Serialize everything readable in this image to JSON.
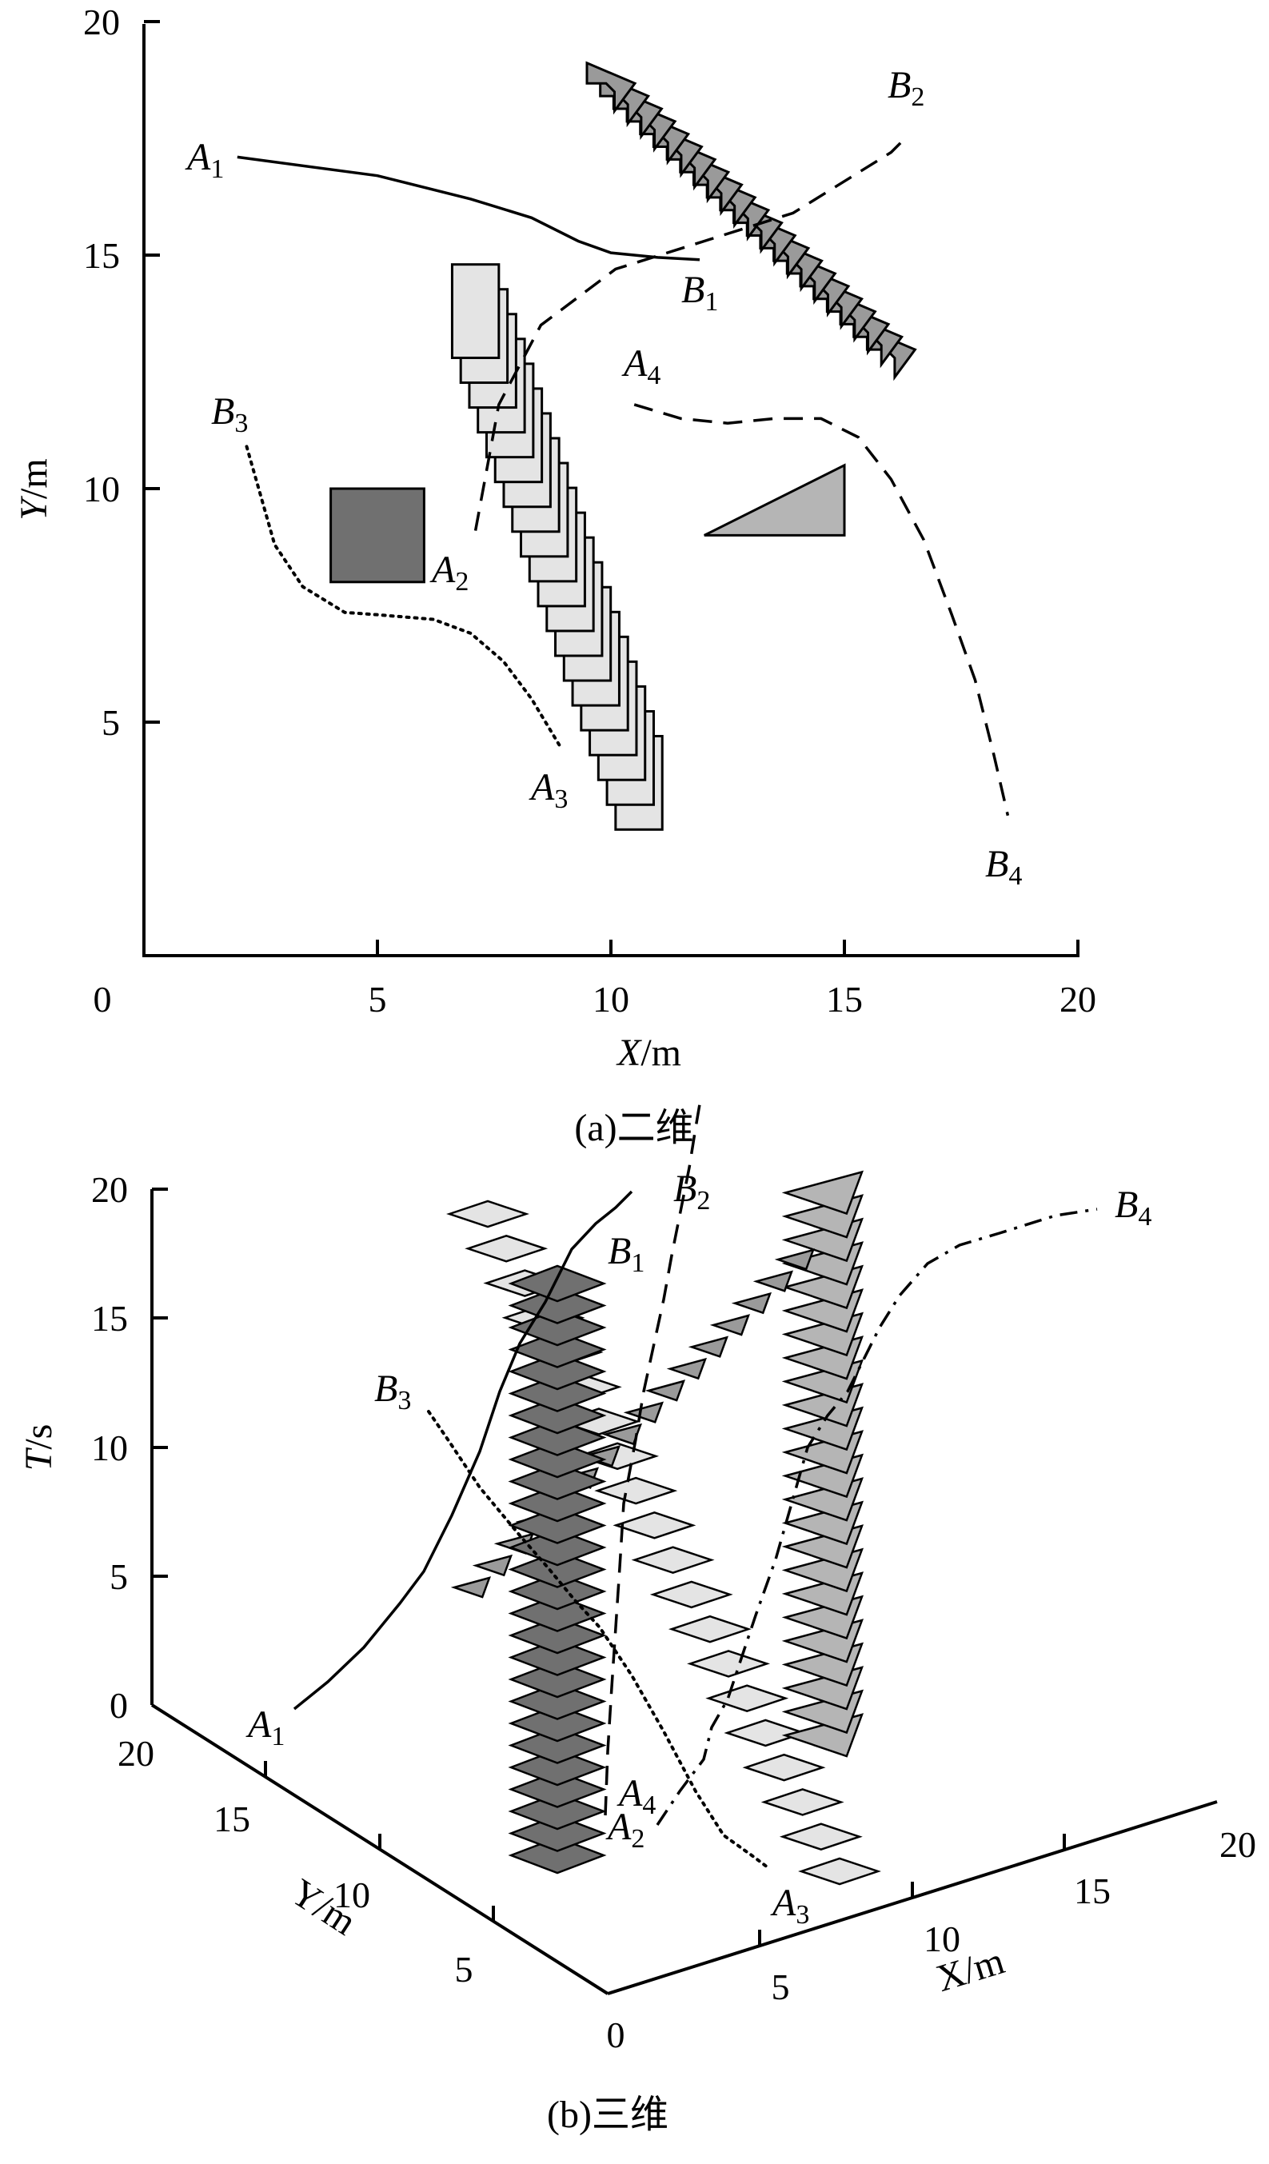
{
  "panel_a": {
    "caption": "(a)二维",
    "x_axis": {
      "label_var": "X",
      "label_unit": "/m",
      "ticks": [
        "0",
        "5",
        "10",
        "15",
        "20"
      ],
      "range": [
        0,
        20
      ]
    },
    "y_axis": {
      "label_var": "Y",
      "label_unit": "/m",
      "ticks": [
        "5",
        "10",
        "15",
        "20"
      ],
      "range": [
        0,
        20
      ]
    },
    "endpoints": [
      {
        "id": "A1",
        "main": "A",
        "sub": "1"
      },
      {
        "id": "B1",
        "main": "B",
        "sub": "1"
      },
      {
        "id": "A2",
        "main": "A",
        "sub": "2"
      },
      {
        "id": "B2",
        "main": "B",
        "sub": "2"
      },
      {
        "id": "A3",
        "main": "A",
        "sub": "3"
      },
      {
        "id": "B3",
        "main": "B",
        "sub": "3"
      },
      {
        "id": "A4",
        "main": "A",
        "sub": "4"
      },
      {
        "id": "B4",
        "main": "B",
        "sub": "4"
      }
    ],
    "paths": [
      {
        "id": "1",
        "style": "solid",
        "points": [
          [
            2,
            17.1
          ],
          [
            5,
            16.7
          ],
          [
            7,
            16.2
          ],
          [
            8.3,
            15.8
          ],
          [
            9.3,
            15.3
          ],
          [
            10,
            15.05
          ],
          [
            11,
            14.95
          ],
          [
            11.9,
            14.9
          ]
        ]
      },
      {
        "id": "2",
        "style": "dashed",
        "points": [
          [
            7.1,
            9.1
          ],
          [
            7.6,
            11.8
          ],
          [
            8.5,
            13.5
          ],
          [
            10.1,
            14.7
          ],
          [
            12,
            15.3
          ],
          [
            13.9,
            15.9
          ],
          [
            16,
            17.2
          ],
          [
            16.2,
            17.4
          ]
        ]
      },
      {
        "id": "3",
        "style": "dotted",
        "points": [
          [
            2.2,
            10.9
          ],
          [
            2.8,
            8.8
          ],
          [
            3.4,
            7.9
          ],
          [
            4.3,
            7.35
          ],
          [
            5,
            7.3
          ],
          [
            6.2,
            7.2
          ],
          [
            7,
            6.9
          ],
          [
            7.7,
            6.3
          ],
          [
            8.3,
            5.5
          ],
          [
            8.9,
            4.5
          ]
        ]
      },
      {
        "id": "4",
        "style": "dashed",
        "points": [
          [
            10.5,
            11.8
          ],
          [
            11.5,
            11.5
          ],
          [
            12.5,
            11.4
          ],
          [
            13.5,
            11.5
          ],
          [
            14.5,
            11.5
          ],
          [
            15.3,
            11.1
          ],
          [
            16,
            10.2
          ],
          [
            16.7,
            8.9
          ],
          [
            17.3,
            7.3
          ],
          [
            17.8,
            5.9
          ],
          [
            18.2,
            4.3
          ],
          [
            18.5,
            3
          ]
        ]
      }
    ],
    "static_obstacles": [
      {
        "shape": "square",
        "x": [
          4,
          6
        ],
        "y": [
          8,
          10
        ],
        "color": "#707070"
      },
      {
        "shape": "triangle",
        "points": [
          [
            12,
            9
          ],
          [
            15,
            9
          ],
          [
            15,
            10.5
          ]
        ],
        "color": "#b5b5b5"
      }
    ],
    "moving_obstacles": [
      {
        "shape": "rect-stack",
        "start": [
          7.1,
          13.8
        ],
        "end": [
          10.6,
          3.7
        ],
        "count": 20,
        "width": 1,
        "height": 2,
        "color": "#e4e4e4"
      },
      {
        "shape": "chevron-stack",
        "start": [
          10,
          18.6
        ],
        "end": [
          16,
          12.9
        ],
        "count": 22,
        "color": "#9a9a9a"
      }
    ]
  },
  "panel_b": {
    "caption": "(b)三维",
    "t_axis": {
      "label_var": "T",
      "label_unit": "/s",
      "ticks": [
        "0",
        "5",
        "10",
        "15",
        "20"
      ],
      "range": [
        0,
        20
      ]
    },
    "y_axis": {
      "label_text": "Y/m",
      "ticks": [
        "0",
        "5",
        "10",
        "15",
        "20"
      ]
    },
    "x_axis": {
      "label_text": "X/m",
      "ticks": [
        "5",
        "10",
        "15",
        "20"
      ]
    }
  }
}
